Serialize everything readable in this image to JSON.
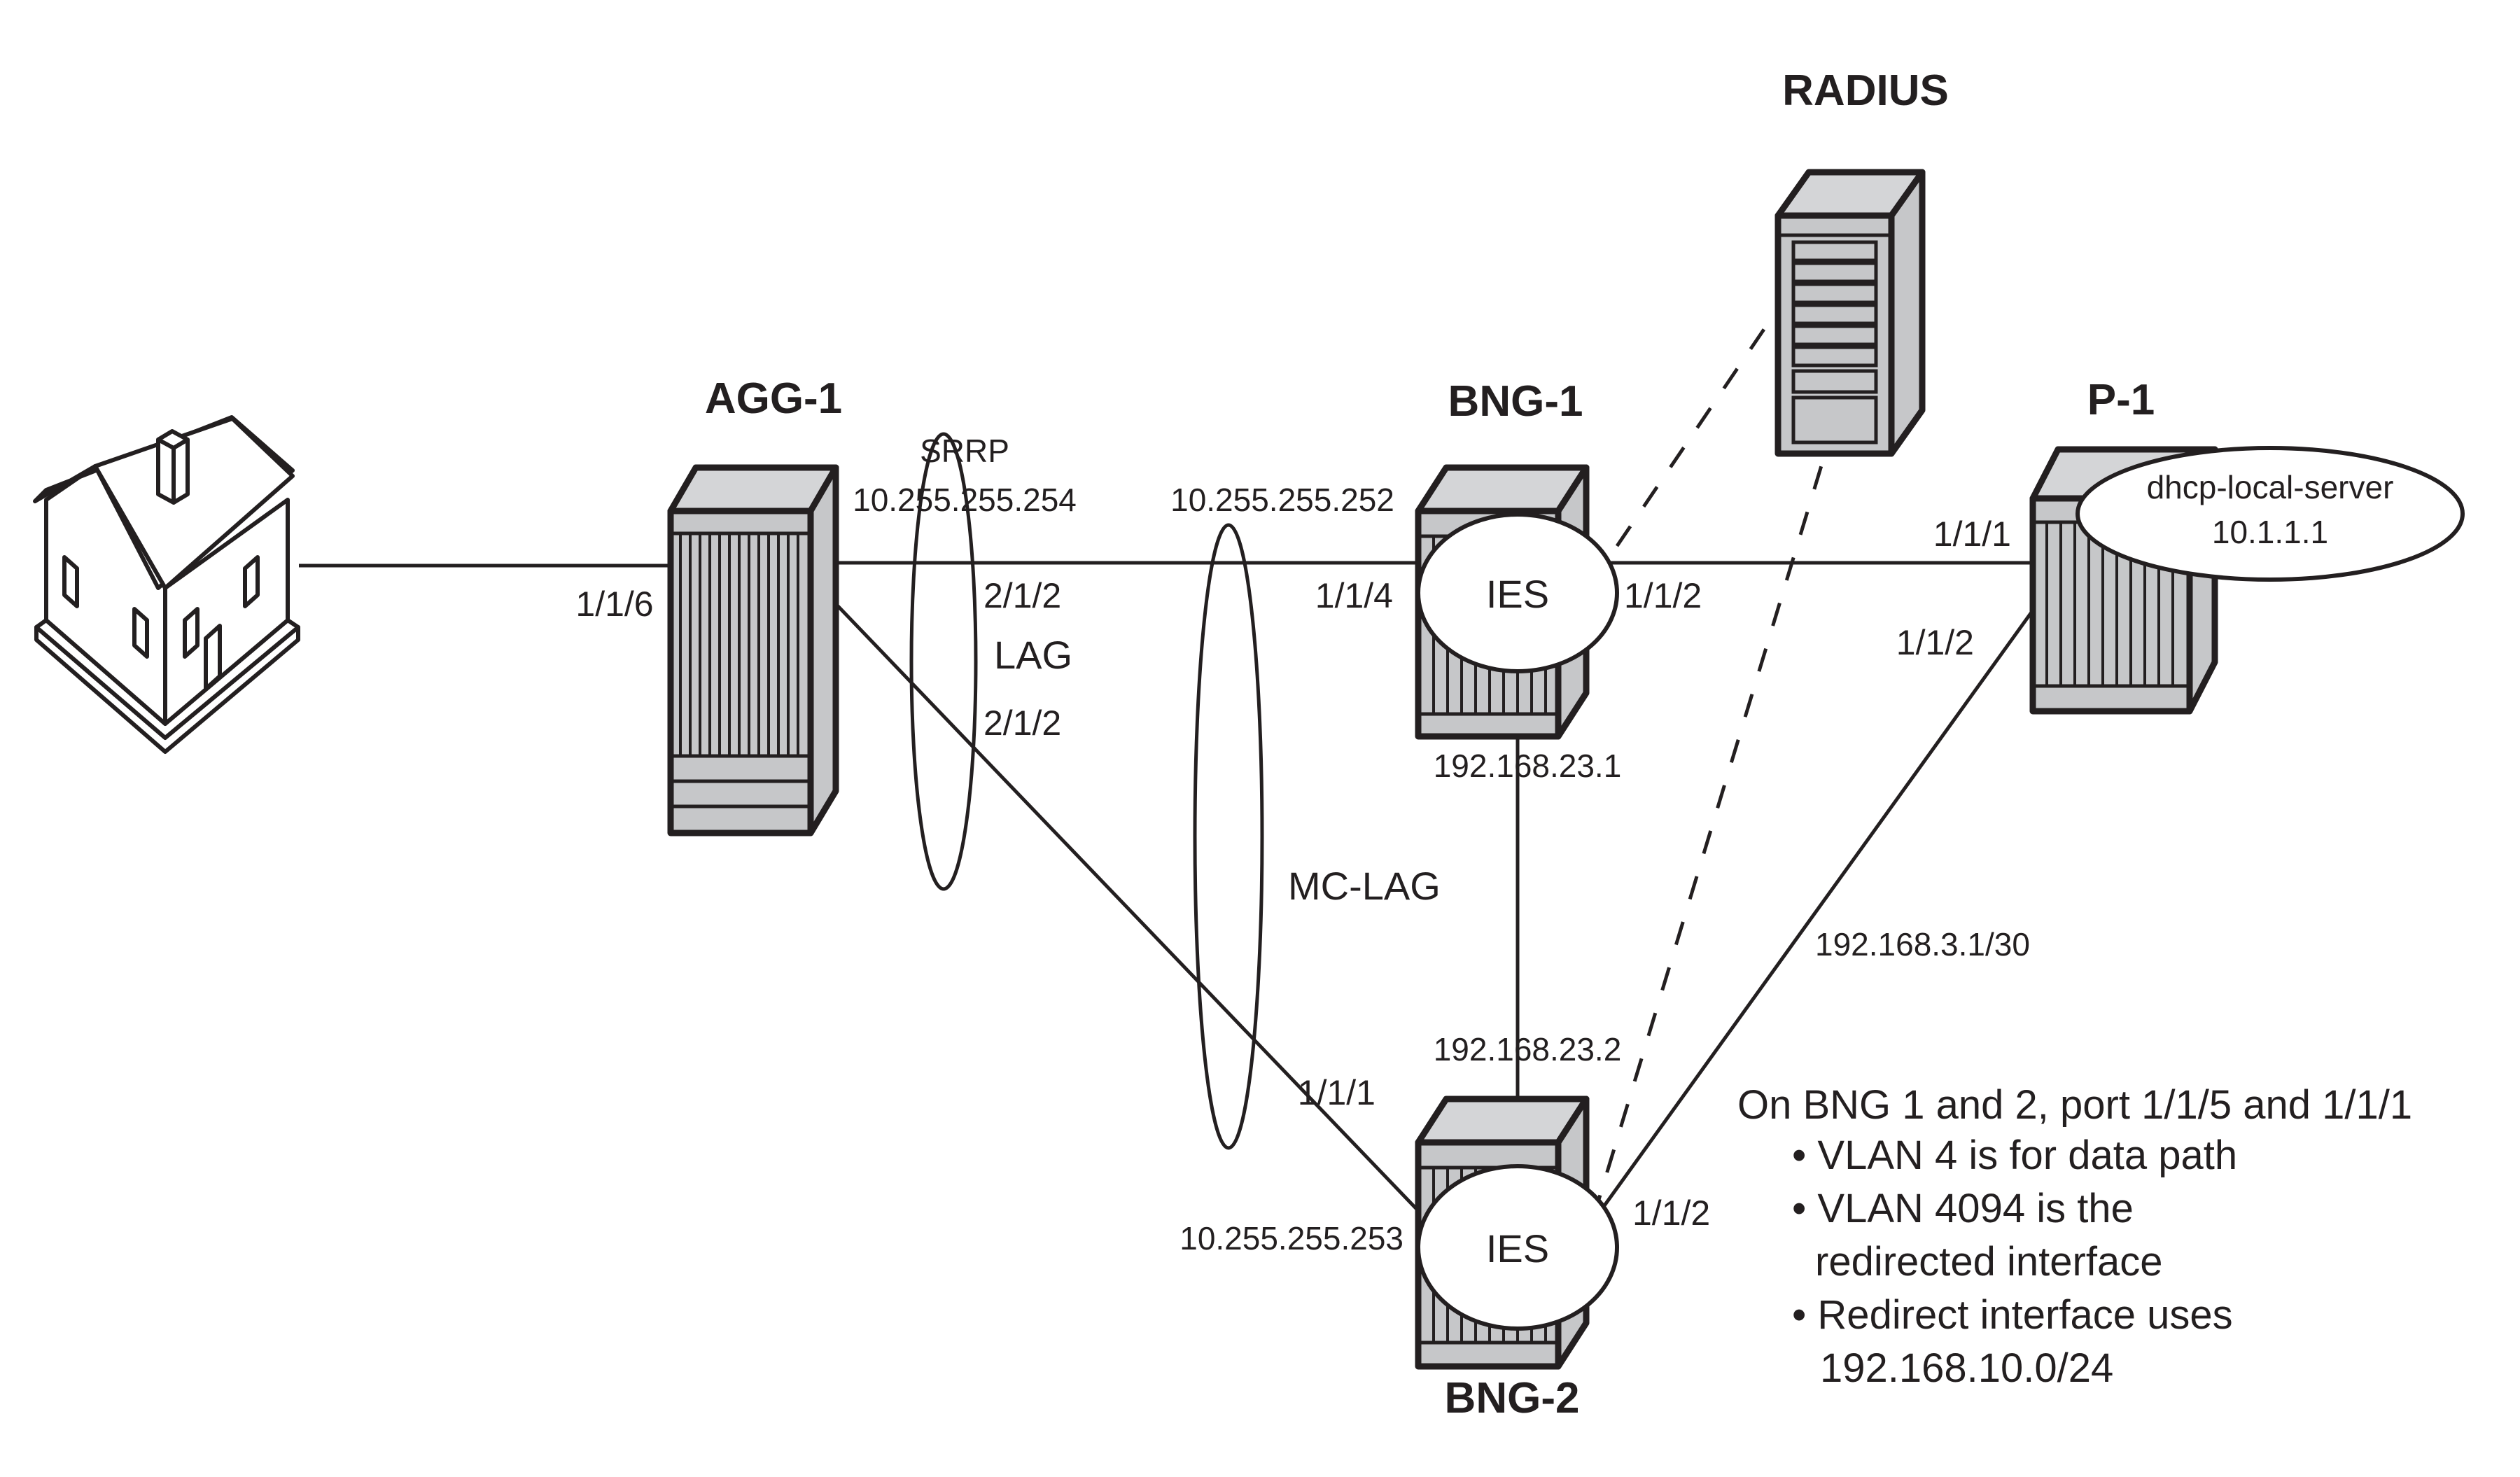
{
  "diagram": {
    "nodes": {
      "house": {
        "label": "",
        "icon": "house-icon"
      },
      "agg1": {
        "label": "AGG-1",
        "icon": "router-chassis-icon"
      },
      "bng1": {
        "label": "BNG-1",
        "icon": "router-chassis-icon",
        "service": "IES"
      },
      "bng2": {
        "label": "BNG-2",
        "icon": "router-chassis-icon",
        "service": "IES"
      },
      "radius": {
        "label": "RADIUS",
        "icon": "server-icon"
      },
      "p1": {
        "label": "P-1",
        "icon": "router-chassis-icon",
        "service": "dhcp-local-server",
        "service_ip": "10.1.1.1"
      }
    },
    "labels": {
      "agg1_port_house": "1/1/6",
      "srrp": "SRRP",
      "srrp_ip": "10.255.255.254",
      "lag_port_top": "2/1/2",
      "lag": "LAG",
      "lag_port_bottom": "2/1/2",
      "bng1_ip": "10.255.255.252",
      "bng1_port_agg": "1/1/4",
      "bng1_port_p1": "1/1/2",
      "bng1_ip_23": "192.168.23.1",
      "mclag": "MC-LAG",
      "bng2_ip_23": "192.168.23.2",
      "bng2_port_agg": "1/1/1",
      "bng2_ip": "10.255.255.253",
      "bng2_port_p1": "1/1/2",
      "p1_port_bng1": "1/1/1",
      "p1_port_bng2": "1/1/2",
      "p1_bng2_link_ip": "192.168.3.1/30"
    },
    "links": [
      {
        "from": "house",
        "to": "agg1",
        "style": "solid"
      },
      {
        "from": "agg1",
        "to": "bng1",
        "style": "solid"
      },
      {
        "from": "agg1",
        "to": "bng2",
        "style": "solid"
      },
      {
        "from": "bng1",
        "to": "bng2",
        "style": "solid"
      },
      {
        "from": "bng1",
        "to": "p1",
        "style": "solid"
      },
      {
        "from": "bng2",
        "to": "p1",
        "style": "solid"
      },
      {
        "from": "bng1",
        "to": "radius",
        "style": "dashed"
      },
      {
        "from": "bng2",
        "to": "radius",
        "style": "dashed"
      }
    ],
    "note": {
      "heading": "On BNG 1 and 2, port 1/1/5 and 1/1/1",
      "bullets": [
        {
          "lines": [
            "VLAN 4 is for data path"
          ]
        },
        {
          "lines": [
            "VLAN 4094 is the",
            "redirected interface"
          ]
        },
        {
          "lines": [
            "Redirect interface uses",
            "192.168.10.0/24"
          ]
        }
      ]
    }
  }
}
